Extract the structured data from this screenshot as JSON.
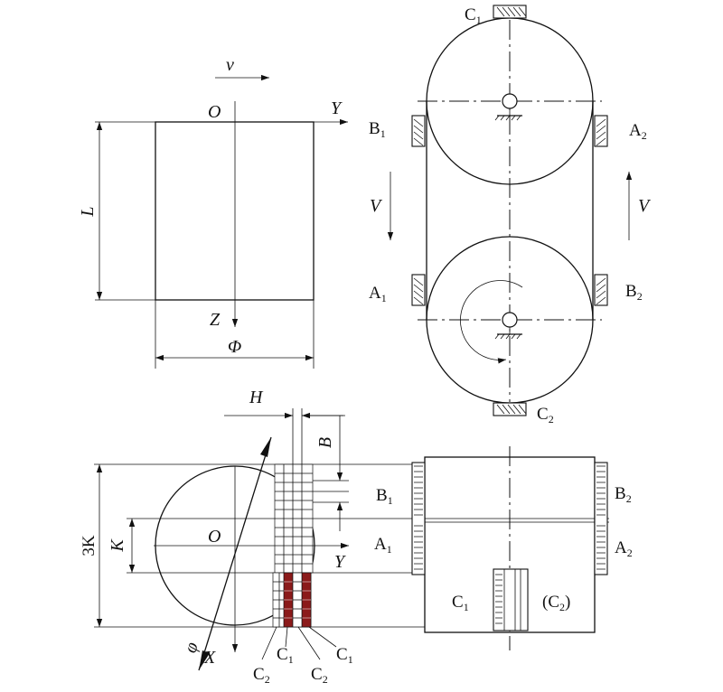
{
  "labels": {
    "v_small": "v",
    "O": "O",
    "Y": "Y",
    "Z": "Z",
    "L": "L",
    "Phi": "Φ",
    "V": "V",
    "H": "H",
    "B": "B",
    "K3": "3K",
    "K": "K",
    "X": "X",
    "phi": "φ"
  },
  "rollers": {
    "A": "A",
    "B": "B",
    "C": "C",
    "sub1": "1",
    "sub2": "2",
    "C2_paren_open": "(",
    "C2_paren_close": ")"
  }
}
